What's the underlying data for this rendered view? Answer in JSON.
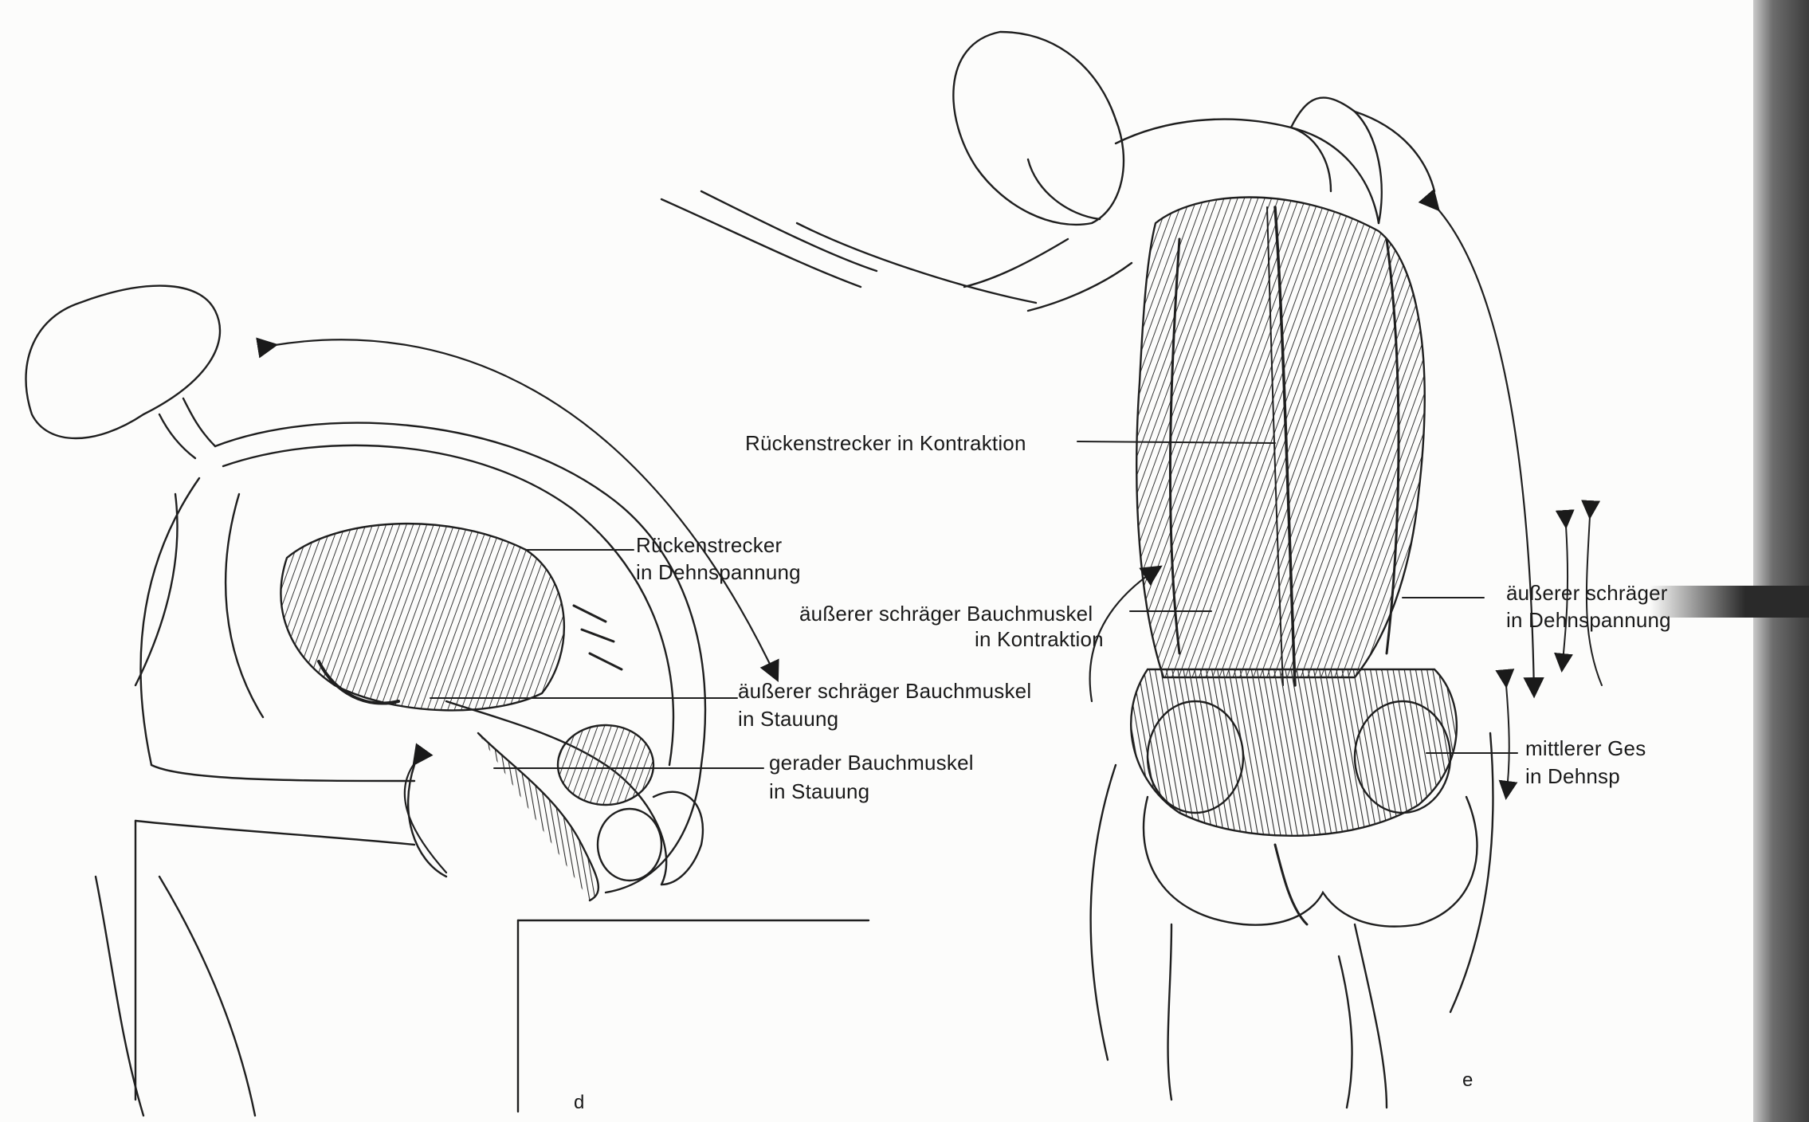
{
  "figures": {
    "d": {
      "letter": "d",
      "labels": {
        "back_extensor_line1": "Rückenstrecker",
        "back_extensor_line2": "in Dehnspannung",
        "external_oblique_line1": "äußerer schräger Bauchmuskel",
        "external_oblique_line2": "in Stauung",
        "rectus_line1": "gerader Bauchmuskel",
        "rectus_line2": "in Stauung"
      }
    },
    "e": {
      "letter": "e",
      "labels": {
        "back_extensor": "Rückenstrecker in Kontraktion",
        "external_oblique_left_line1": "äußerer schräger Bauchmuskel",
        "external_oblique_left_line2": "in Kontraktion",
        "external_oblique_right_line1": "äußerer schräger",
        "external_oblique_right_line2": "in Dehnspannung",
        "gluteus_medius_line1": "mittlerer Ges",
        "gluteus_medius_line2": "in Dehnsp"
      }
    }
  },
  "colors": {
    "ink": "#1a1a1a",
    "paper": "#fcfcfb",
    "shade": "#6b6b6b"
  }
}
